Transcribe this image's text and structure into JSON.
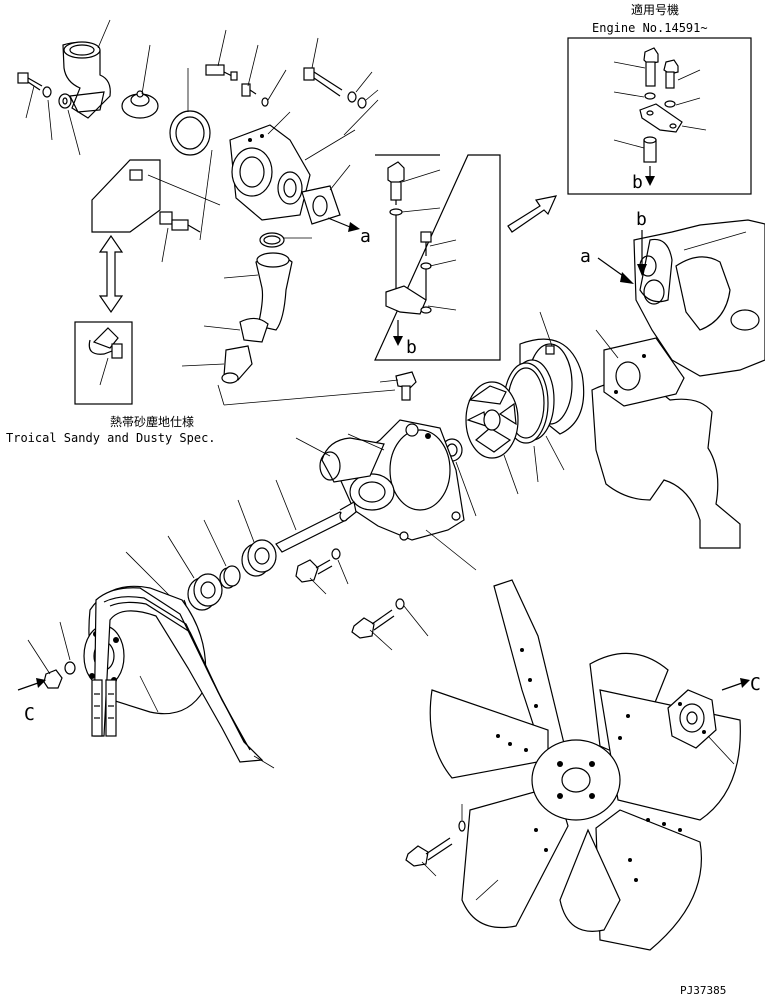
{
  "header": {
    "applicability_label": "適用号機",
    "engine_number": "Engine No.14591~"
  },
  "callouts": {
    "view_a": "a",
    "view_b": "b",
    "view_c": "C"
  },
  "tropical_spec": {
    "label_ja": "熱帯砂塵地仕様",
    "label_en": "Troical Sandy and Dusty Spec."
  },
  "drawing_number": "PJ37385"
}
